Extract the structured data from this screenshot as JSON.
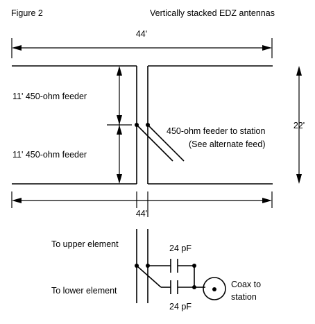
{
  "header": {
    "figure_label": "Figure 2",
    "title": "Vertically stacked EDZ antennas"
  },
  "dimensions": {
    "top_width": "44'",
    "bottom_width": "44'",
    "height": "22'"
  },
  "feeders": {
    "upper_feeder": "11' 450-ohm feeder",
    "lower_feeder": "11' 450-ohm feeder",
    "to_station_line1": "450-ohm feeder to station",
    "to_station_line2": "(See alternate feed)"
  },
  "alternate_feed": {
    "to_upper": "To upper element",
    "to_lower": "To lower element",
    "cap_upper": "24 pF",
    "cap_lower": "24 pF",
    "coax_line1": "Coax to",
    "coax_line2": "station"
  }
}
